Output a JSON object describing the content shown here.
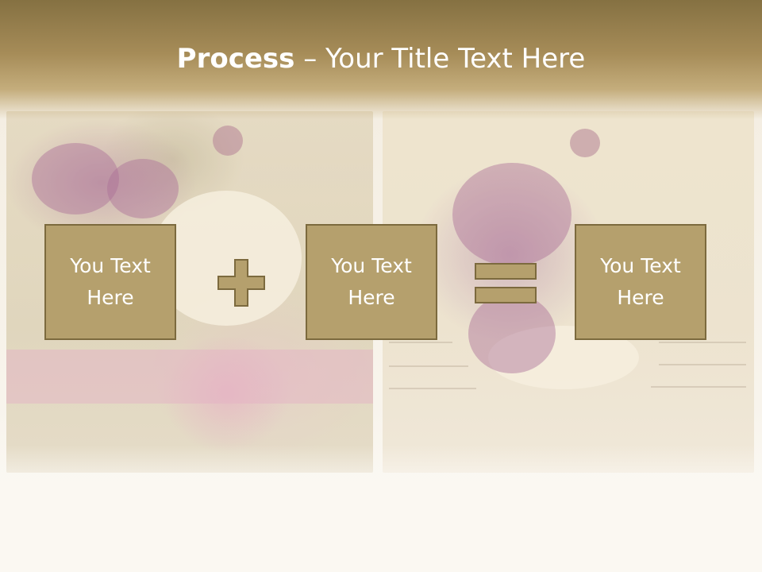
{
  "slide": {
    "title_bold": "Process",
    "title_separator": "–",
    "title_rest": "Your Title Text Here"
  },
  "process": {
    "boxes": [
      {
        "text": "You Text\nHere"
      },
      {
        "text": "You Text\nHere"
      },
      {
        "text": "You Text\nHere"
      }
    ],
    "operators": [
      "plus-icon",
      "equals-icon"
    ]
  },
  "colors": {
    "header": "#a68c58",
    "box_fill": "#b5a06d",
    "box_border": "#7c6a3e",
    "text": "#ffffff"
  }
}
